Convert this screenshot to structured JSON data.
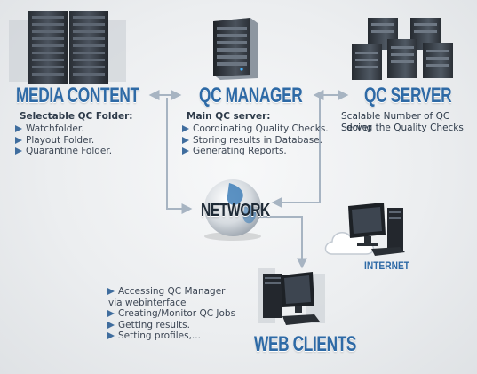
{
  "nodes": {
    "media_content": {
      "title": "MEDIA CONTENT",
      "subtitle": "Selectable QC Folder:",
      "items": [
        "Watchfolder.",
        "Playout Folder.",
        "Quarantine Folder."
      ]
    },
    "qc_manager": {
      "title": "QC MANAGER",
      "subtitle": "Main QC server:",
      "items": [
        "Coordinating Quality Checks.",
        "Storing results in Database.",
        "Generating Reports."
      ]
    },
    "qc_server": {
      "title": "QC SERVER",
      "description_line1": "Scalable Number of QC Server",
      "description_line2": "doing the Quality Checks"
    },
    "network": {
      "title": "NETWORK"
    },
    "internet": {
      "title": "INTERNET"
    },
    "web_clients": {
      "title": "WEB CLIENTS",
      "items": [
        "Accessing QC  Manager",
        "Creating/Monitor QC Jobs",
        "Getting results.",
        "Setting profiles,..."
      ],
      "item1_continuation": "via webinterface"
    }
  },
  "colors": {
    "title": "#2e6aa6",
    "arrow": "#a7b4c2",
    "bullet": "#3f6d9e",
    "text": "#3c4654"
  },
  "icons": [
    "server-rack-icon",
    "server-tower-icon",
    "server-stack-icon",
    "network-globe-icon",
    "cloud-icon",
    "desktop-computer-icon"
  ]
}
